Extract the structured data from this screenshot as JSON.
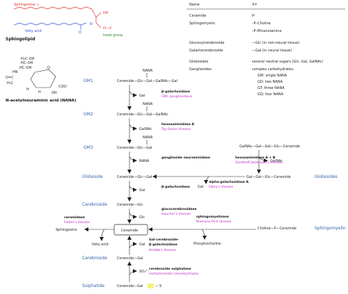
{
  "sphingolipid": {
    "sphingosine_label": "Sphingosine",
    "fatty_acid_label": "fatty acid",
    "head_group_label": "head group",
    "title": "Sphingolipid",
    "oh": "OH",
    "o_x": "O—X",
    "nh": "N",
    "h": "H",
    "o": "O"
  },
  "nana_struct": {
    "title": "N-acetylneuraminic acid (NANA)",
    "hn": "HN",
    "hc_oh": "HC–OH",
    "h2c_oh": "H₂C–OH",
    "oc": "O=C",
    "h3c": "H₃C",
    "h": "H",
    "oh": "OH",
    "o": "O",
    "coo": "COO⁻"
  },
  "table": {
    "col_name": "Name",
    "col_x": "X=",
    "rows": [
      {
        "name": "Ceramide",
        "x": "H"
      },
      {
        "name": "Sphingomyelin",
        "x": "–P–Choline"
      },
      {
        "name": "",
        "x": "–P–Ethanolamine"
      },
      {
        "name": "Glucosylcerebroside",
        "x": "—Glc    (in non-neural tissue)"
      },
      {
        "name": "Galactocerebroside",
        "x": "—Gal    (in neural tissue)"
      },
      {
        "name": "Globosides",
        "x": "several neutral sugars (Glc, Gal, GalNAc)"
      },
      {
        "name": "Gangliosides",
        "x": "complex carbohydrates:"
      }
    ],
    "ganglio_lines": [
      "GM: single NANA",
      "GD: two NANA",
      "GT: three NANA",
      "GQ: four NANA"
    ]
  },
  "pathway": {
    "names": {
      "gm1": "GM1",
      "gm2": "GM2",
      "gm3": "GM3",
      "globoside": "Globoside",
      "cerebroside": "Cerebroside",
      "sulphatide": "Sulphatide",
      "globosides": "Globosides",
      "sphingomyelin": "Sphingomyelin"
    },
    "chains": {
      "gm1": "Ceramide—Glc—Gal—GalNAc—Gal",
      "gm2": "Ceramide—Glc—Gal—GalNAc",
      "gm3": "Ceramide—Glc—Gal",
      "globoside": "Ceramide—Glc—Gal",
      "cerebroside": "Ceramide—Glc",
      "sulphatide": "Ceramide—Gal",
      "galactocer": "Ceramide—Gal",
      "globo_top": "GalNAc—Gal—Gal—Glc—Ceramide",
      "globo_mid": "Gal—Gal—Glc—Ceramide",
      "sm": "Choline—P—Ceramide",
      "ceramide_box": "Ceramide"
    },
    "nana": "NANA",
    "enzymes": {
      "e1": "β-galactosidase",
      "d1": "GM1 gangliosidosis",
      "e2": "hexosaminidase A",
      "d2": "Tay-Sachs disease",
      "e3": "ganglioside neuraminidase",
      "e4": "β-galactosidase",
      "e5": "glucocerebrosidase",
      "d5": "Gaucher's disease",
      "e6": "hexosaminidase A + B",
      "d6": "Sandhoff-Jatzkewitz's disease",
      "e7": "alpha-galactosidase A",
      "d7": "Fabry's disease",
      "e8": "ceramidase",
      "d8": "Farber's disease",
      "e9": "sphingomyelinase",
      "d9": "Niemann-Pick disease",
      "e10a": "Gal-cerebroside-",
      "e10b": "β-galactosidase",
      "d10": "Krabbe's disease",
      "e11": "cerebroside sulphatase",
      "d11": "metachromatic leucodystrophy"
    },
    "products": {
      "gal": "Gal",
      "galnac": "GalNAc",
      "nana": "NANA",
      "glc": "Glc",
      "sphingosine": "Sphingosine",
      "fatty_acid": "fatty acid",
      "phosphocholine": "Phosphocholine",
      "so4": "SO₄²⁻",
      "s": "S"
    }
  },
  "colors": {
    "sphingosine": "#e0302a",
    "fatty_acid": "#3a52d8",
    "head_group": "#2e8b2e",
    "name": "#2f5fa8",
    "disease": "#c026c8",
    "highlight": "#f5f07a"
  }
}
